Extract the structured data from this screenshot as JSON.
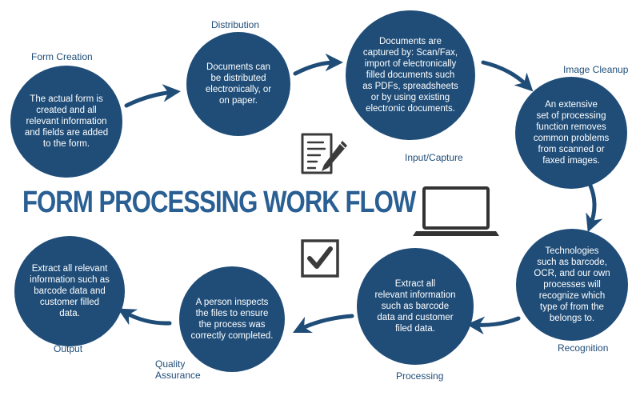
{
  "title": "FORM PROCESSING WORK FLOW",
  "accent_color": "#1f4d78",
  "title_color": "#2a5f93",
  "icons": [
    "document-pen-icon",
    "laptop-icon",
    "checkbox-check-icon"
  ],
  "steps": [
    {
      "label": "Form Creation",
      "text": "The actual form is\ncreated and all\nrelevant information\nand fields are added\nto the form."
    },
    {
      "label": "Distribution",
      "text": "Documents can\nbe distributed\nelectronically, or\non paper."
    },
    {
      "label": "Input/Capture",
      "text": "Documents are\ncaptured by: Scan/Fax,\nimport of electronically\nfilled documents such\nas PDFs, spreadsheets\nor by using existing\nelectronic documents."
    },
    {
      "label": "Image Cleanup",
      "text": "An extensive\nset of processing\nfunction removes\ncommon problems\nfrom scanned or\nfaxed images."
    },
    {
      "label": "Recognition",
      "text": "Technologies\nsuch as barcode,\nOCR, and our own\nprocesses will\nrecognize which\ntype of from the\nbelongs to."
    },
    {
      "label": "Processing",
      "text": "Extract all\nrelevant information\nsuch as barcode\ndata and customer\nfiled data."
    },
    {
      "label": "Quality\nAssurance",
      "text": "A person inspects\nthe files to ensure\nthe process was\ncorrectly completed."
    },
    {
      "label": "Output",
      "text": "Extract all relevant\ninformation such as\nbarcode data and\ncustomer filled\ndata."
    }
  ]
}
